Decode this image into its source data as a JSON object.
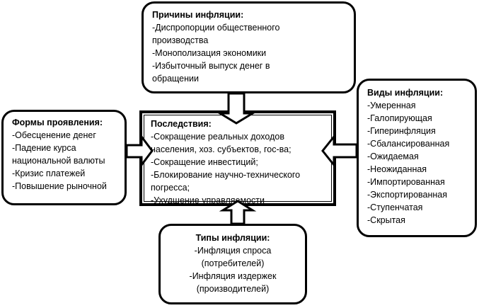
{
  "diagram": {
    "causes": {
      "title": "Причины инфляции:",
      "items": [
        "-Диспропорции общественного",
        "производства",
        "-Монополизация экономики",
        "-Избыточный выпуск денег в",
        "обращении"
      ]
    },
    "forms": {
      "title": "Формы проявления:",
      "items": [
        "-Обесценение денег",
        "-Падение курса",
        "национальной валюты",
        "-Кризис платежей",
        "-Повышение рыночной"
      ]
    },
    "consequences": {
      "title": "Последствия:",
      "items": [
        "-Сокращение реальных доходов",
        "населения, хоз. субъектов, гос-ва;",
        "-Сокращение инвестиций;",
        "-Блокирование научно-технического",
        "погресса;",
        "-Ухудшение управляемости"
      ]
    },
    "kinds": {
      "title": "Виды инфляции:",
      "items": [
        "-Умеренная",
        "-Галопирующая",
        "-Гиперинфляция",
        "-Сбалансированная",
        "-Ожидаемая",
        "-Неожиданная",
        "-Импортированная",
        "-Экспортированная",
        "-Ступенчатая",
        "-Скрытая"
      ]
    },
    "types": {
      "title": "Типы инфляции:",
      "items": [
        "-Инфляция спроса",
        "(потребителей)",
        "-Инфляция издержек",
        "(производителей)"
      ]
    }
  },
  "colors": {
    "stroke": "#000000",
    "fill": "#ffffff"
  }
}
